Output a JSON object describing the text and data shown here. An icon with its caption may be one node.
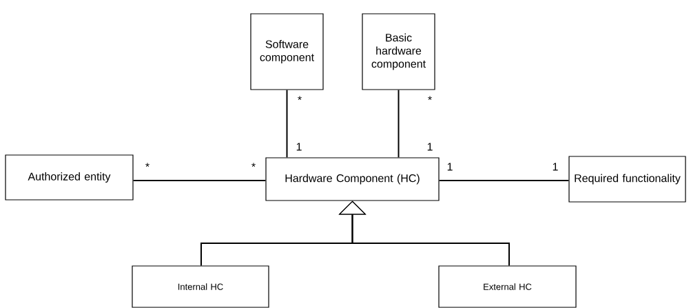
{
  "diagram": {
    "nodes": [
      {
        "text": [
          "Software component"
        ]
      },
      {
        "text": [
          "Basic hardware component"
        ]
      },
      {
        "text": [
          "Authorized entity"
        ]
      },
      {
        "text": [
          "Hardware Component (HC)"
        ]
      },
      {
        "text": [
          "Required functionality"
        ]
      },
      {
        "text": [
          "Internal HC"
        ]
      },
      {
        "text": [
          "External HC"
        ]
      }
    ],
    "edges": [
      {
        "from": 0,
        "to": 3,
        "arrow": "none"
      },
      {
        "from": 1,
        "to": 3,
        "arrow": "none"
      },
      {
        "from": 2,
        "to": 3,
        "arrow": "none"
      },
      {
        "from": 3,
        "to": 4,
        "arrow": "none"
      },
      {
        "from": 5,
        "to": 3,
        "arrow": "to"
      },
      {
        "from": 6,
        "to": 3,
        "arrow": "to"
      }
    ],
    "labels": [
      "*",
      "*",
      "1",
      "1",
      "*",
      "*",
      "1",
      "1"
    ]
  }
}
